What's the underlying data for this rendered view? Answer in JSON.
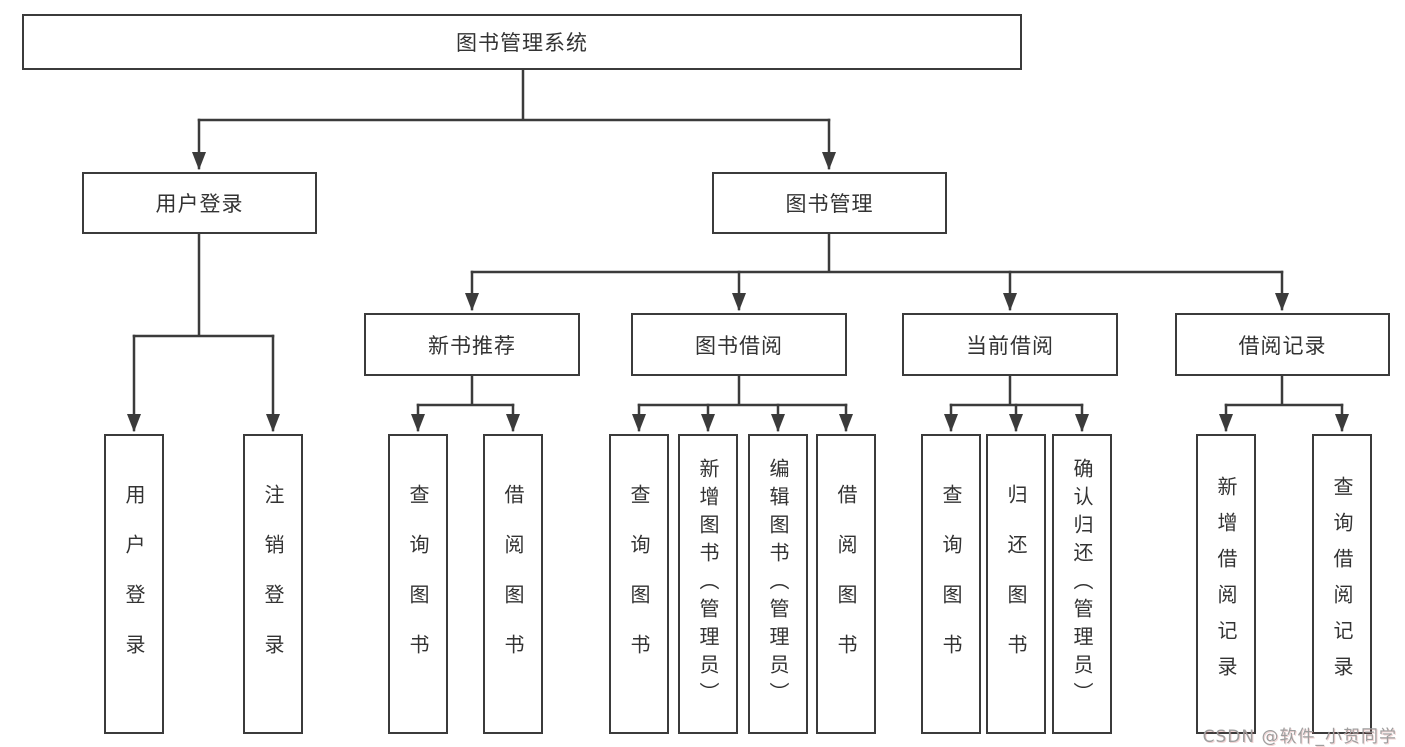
{
  "nodes": {
    "root": "图书管理系统",
    "level2": [
      "用户登录",
      "图书管理"
    ],
    "level3": [
      "新书推荐",
      "图书借阅",
      "当前借阅",
      "借阅记录"
    ],
    "login_children": [
      "用户登录",
      "注销登录"
    ],
    "newbook_children": [
      "查询图书",
      "借阅图书"
    ],
    "borrow_children": [
      "查询图书",
      "新增图书（管理员）",
      "编辑图书（管理员）",
      "借阅图书"
    ],
    "current_children": [
      "查询图书",
      "归还图书",
      "确认归还（管理员）"
    ],
    "records_children": [
      "新增借阅记录",
      "查询借阅记录"
    ]
  },
  "watermark": {
    "text": "CSDN @软件_小贺同学"
  },
  "colors": {
    "line": "#3b3b3b",
    "box_border": "#3b3b3b",
    "text": "#333333",
    "background": "#ffffff",
    "watermark": "#9e9e9e"
  }
}
